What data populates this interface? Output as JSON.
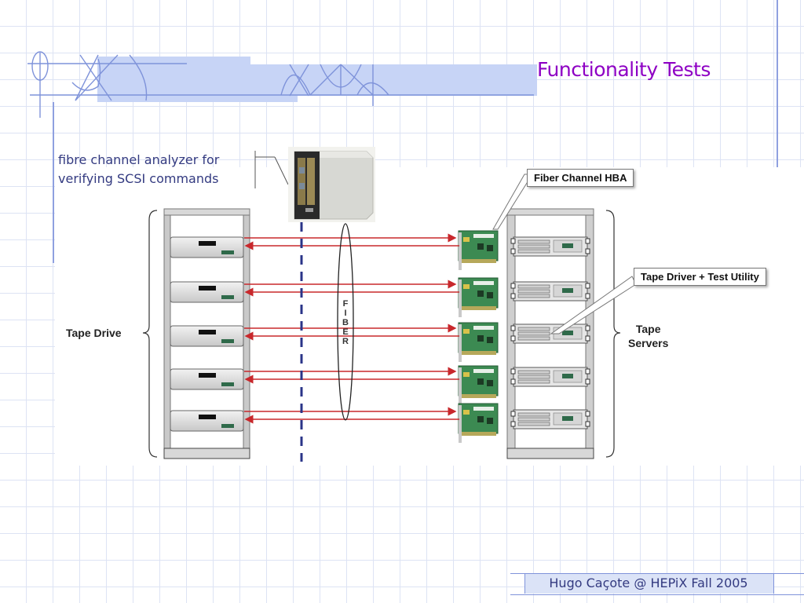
{
  "slide": {
    "title": "Functionality Tests",
    "footer": "Hugo Caçote @ HEPiX Fall 2005",
    "colors": {
      "title": "#8e00c4",
      "body_text": "#333a80",
      "accent_blue": "#7f93da",
      "accent_fill": "#c7d4f6",
      "fiber_link": "#c8282c",
      "analyzer_tap": "#2a3488"
    }
  },
  "diagram": {
    "analyzer_caption": [
      "fibre channel analyzer for",
      "verifying SCSI commands"
    ],
    "callouts": {
      "hba": "Fiber Channel HBA",
      "test_utility": "Tape Driver + Test Utility"
    },
    "groups": {
      "tape_drive": "Tape Drive",
      "tape_servers": [
        "Tape",
        "Servers"
      ]
    },
    "fiber_label": [
      "F",
      "I",
      "B",
      "E",
      "R"
    ],
    "icons": {
      "analyzer": "fibre-channel-analyzer-icon",
      "tape_drive_rack": "tape-drive-rack-icon",
      "server_rack": "server-rack-icon",
      "hba_card": "hba-card-icon"
    },
    "tape_drive_count": 5,
    "hba_count": 5,
    "server_count": 5
  }
}
